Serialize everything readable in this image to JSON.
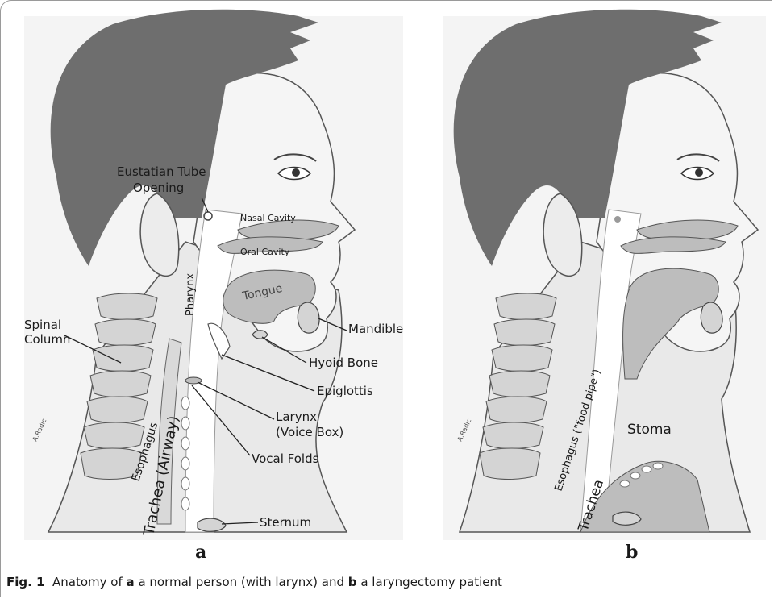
{
  "panel_a": {
    "labels": {
      "eustatian": "Eustatian Tube",
      "opening": "Opening",
      "nasal_cavity": "Nasal Cavity",
      "oral_cavity": "Oral Cavity",
      "tongue": "Tongue",
      "pharynx": "Pharynx",
      "spinal": "Spinal",
      "column": "Column",
      "mandible": "Mandible",
      "hyoid_bone": "Hyoid Bone",
      "epiglottis": "Epiglottis",
      "larynx": "Larynx",
      "voice_box": "(Voice Box)",
      "vocal_folds": "Vocal Folds",
      "esophagus": "Esophagus",
      "trachea_airway": "Trachea (Airway)",
      "sternum": "Sternum",
      "signature": "A.Radic"
    }
  },
  "panel_b": {
    "labels": {
      "esophagus_food_pipe": "Esophagus (\"food pipe\")",
      "stoma": "Stoma",
      "trachea": "Trachea",
      "signature": "A.Radic"
    }
  },
  "panel_letters": {
    "a": "a",
    "b": "b"
  },
  "caption": {
    "fig": "Fig. 1",
    "part1": "Anatomy of",
    "a": "a",
    "part2": "a normal person (with larynx) and",
    "b": "b",
    "part3": "a laryngectomy patient"
  },
  "colors": {
    "hair": "#6e6e6e",
    "skin": "#f2f2f2",
    "tissue": "#bdbdbd",
    "bone": "#d4d4d4",
    "outline": "#3a3a3a"
  }
}
